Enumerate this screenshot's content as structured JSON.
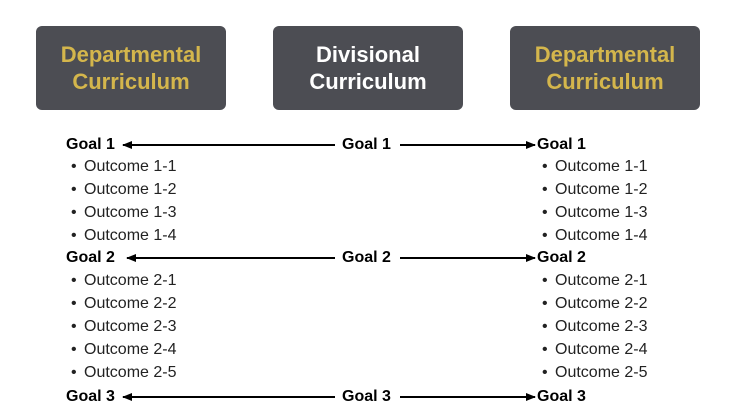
{
  "boxes": {
    "left": {
      "line1": "Departmental",
      "line2": "Curriculum",
      "color": "#d4b64c"
    },
    "center": {
      "line1": "Divisional",
      "line2": "Curriculum",
      "color": "#ffffff"
    },
    "right": {
      "line1": "Departmental",
      "line2": "Curriculum",
      "color": "#d4b64c"
    }
  },
  "box_background": "#4c4d53",
  "center_goals": [
    "Goal 1",
    "Goal 2",
    "Goal 3"
  ],
  "left_column": {
    "goal1": "Goal 1",
    "outcomes1": [
      "Outcome 1-1",
      "Outcome 1-2",
      "Outcome 1-3",
      "Outcome 1-4"
    ],
    "goal2": "Goal 2",
    "outcomes2": [
      "Outcome 2-1",
      "Outcome 2-2",
      "Outcome 2-3",
      "Outcome 2-4",
      "Outcome 2-5"
    ],
    "goal3": "Goal 3"
  },
  "right_column": {
    "goal1": "Goal 1",
    "outcomes1": [
      "Outcome 1-1",
      "Outcome 1-2",
      "Outcome 1-3",
      "Outcome 1-4"
    ],
    "goal2": "Goal 2",
    "outcomes2": [
      "Outcome 2-1",
      "Outcome 2-2",
      "Outcome 2-3",
      "Outcome 2-4",
      "Outcome 2-5"
    ],
    "goal3": "Goal 3"
  },
  "bullet": "•"
}
